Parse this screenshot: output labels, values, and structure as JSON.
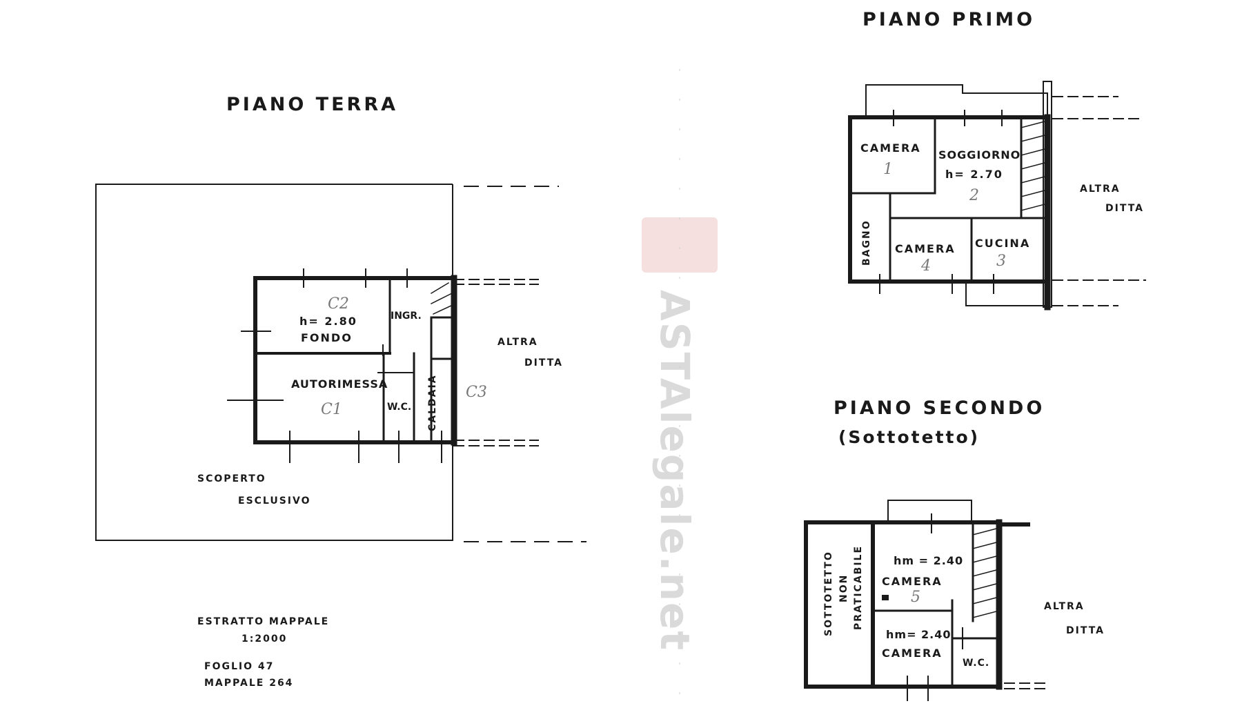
{
  "ground_floor": {
    "title": "PIANO   TERRA",
    "rooms": {
      "fondo_height": "h= 2.80",
      "fondo": "FONDO",
      "fondo_note": "C2",
      "ingresso": "INGR.",
      "autorimessa": "AUTORIMESSA",
      "autorimessa_note": "C1",
      "wc": "W.C.",
      "caldaia": "CALDAIA",
      "caldaia_note": "C3"
    },
    "neighbour": [
      "ALTRA",
      "DITTA"
    ],
    "yard": [
      "SCOPERTO",
      "ESCLUSIVO"
    ],
    "cadastral": {
      "line1": "ESTRATTO  MAPPALE",
      "scale": "1:2000",
      "foglio": "FOGLIO 47",
      "mappale": "MAPPALE 264"
    }
  },
  "first_floor": {
    "title": "PIANO PRIMO",
    "rooms": {
      "camera1": "CAMERA",
      "camera1_num": "1",
      "soggiorno": "SOGGIORNO",
      "soggiorno_height": "h= 2.70",
      "soggiorno_num": "2",
      "bagno": "BAGNO",
      "camera4": "CAMERA",
      "camera4_num": "4",
      "cucina": "CUCINA",
      "cucina_num": "3"
    },
    "neighbour": [
      "ALTRA",
      "DITTA"
    ]
  },
  "second_floor": {
    "title": "PIANO  SECONDO",
    "subtitle": "(Sottotetto)",
    "rooms": {
      "sottotetto": [
        "SOTTOTETTO",
        "NON",
        "PRATICABILE"
      ],
      "camera5_height": "hm = 2.40",
      "camera5": "CAMERA",
      "camera5_num": "5",
      "camera6_height": "hm= 2.40",
      "camera6": "CAMERA",
      "wc": "W.C."
    },
    "neighbour": [
      "ALTRA",
      "DITTA"
    ]
  },
  "watermark": "ASTAlegale.net",
  "colors": {
    "ink": "#1a1a1a",
    "watermark": "#bdbdbd"
  }
}
